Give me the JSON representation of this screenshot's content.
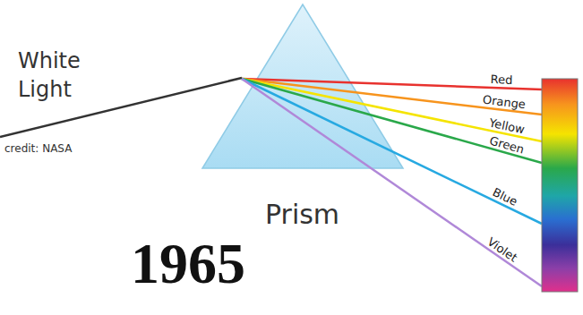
{
  "diagram": {
    "labels": [
      "White Light",
      "credit: NASA",
      "Red",
      "Orange",
      "Yellow",
      "Green",
      "Blue",
      "Violet",
      "Prism",
      "1965"
    ]
  }
}
